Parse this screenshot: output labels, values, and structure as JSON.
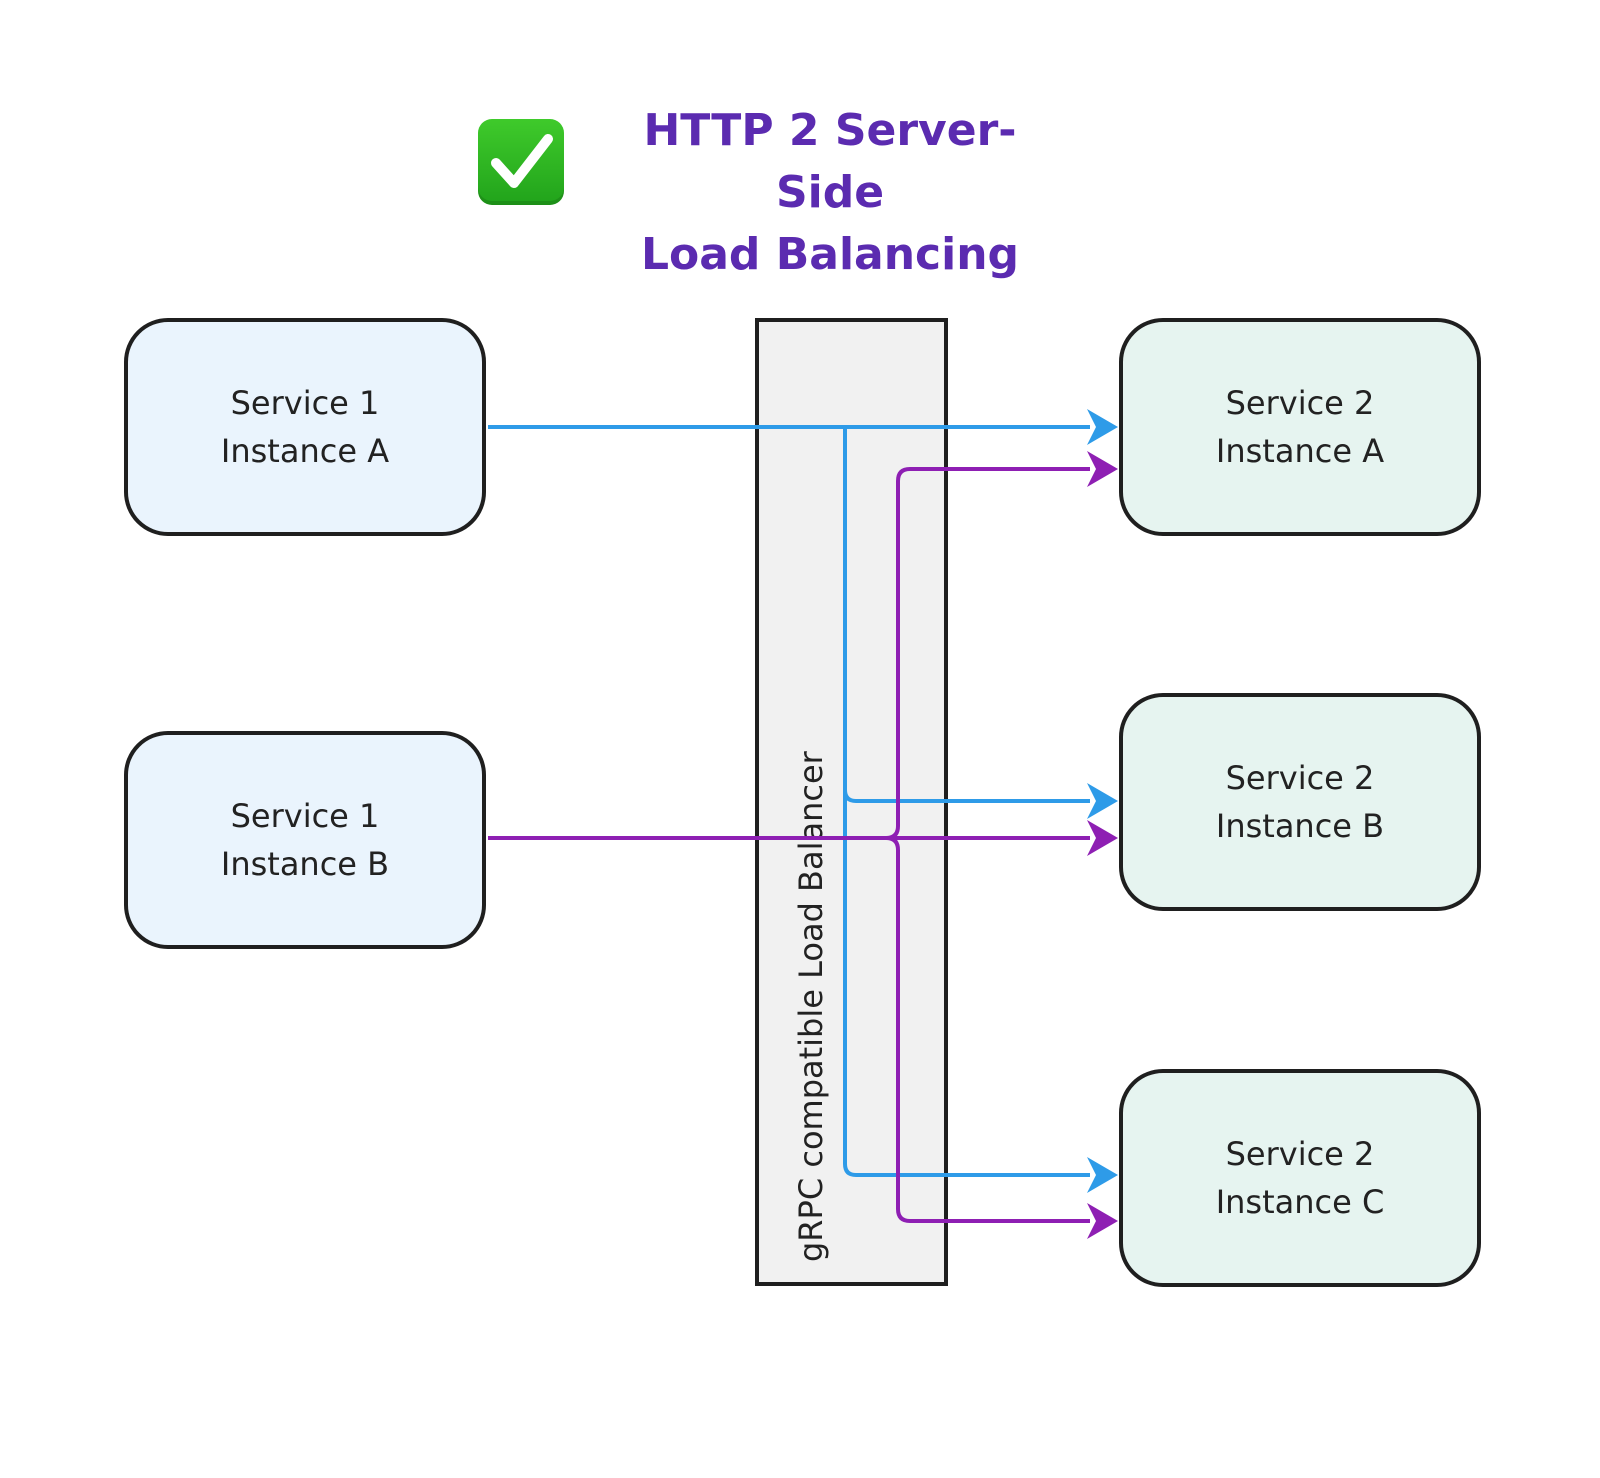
{
  "title": {
    "line1": "HTTP 2 Server-Side",
    "line2": "Load Balancing",
    "color": "#5b2bb0",
    "icon": "check-mark-button-icon"
  },
  "load_balancer": {
    "label": "gRPC compatible Load Balancer"
  },
  "service1": {
    "instance_a": {
      "line1": "Service 1",
      "line2": "Instance A"
    },
    "instance_b": {
      "line1": "Service 1",
      "line2": "Instance B"
    }
  },
  "service2": {
    "instance_a": {
      "line1": "Service 2",
      "line2": "Instance A"
    },
    "instance_b": {
      "line1": "Service 2",
      "line2": "Instance B"
    },
    "instance_c": {
      "line1": "Service 2",
      "line2": "Instance C"
    }
  },
  "colors": {
    "blue_connection": "#2e9be8",
    "purple_connection": "#8e1fb3",
    "service1_fill": "#eaf4fd",
    "service2_fill": "#e6f4f0",
    "load_balancer_fill": "#f1f1f1"
  }
}
